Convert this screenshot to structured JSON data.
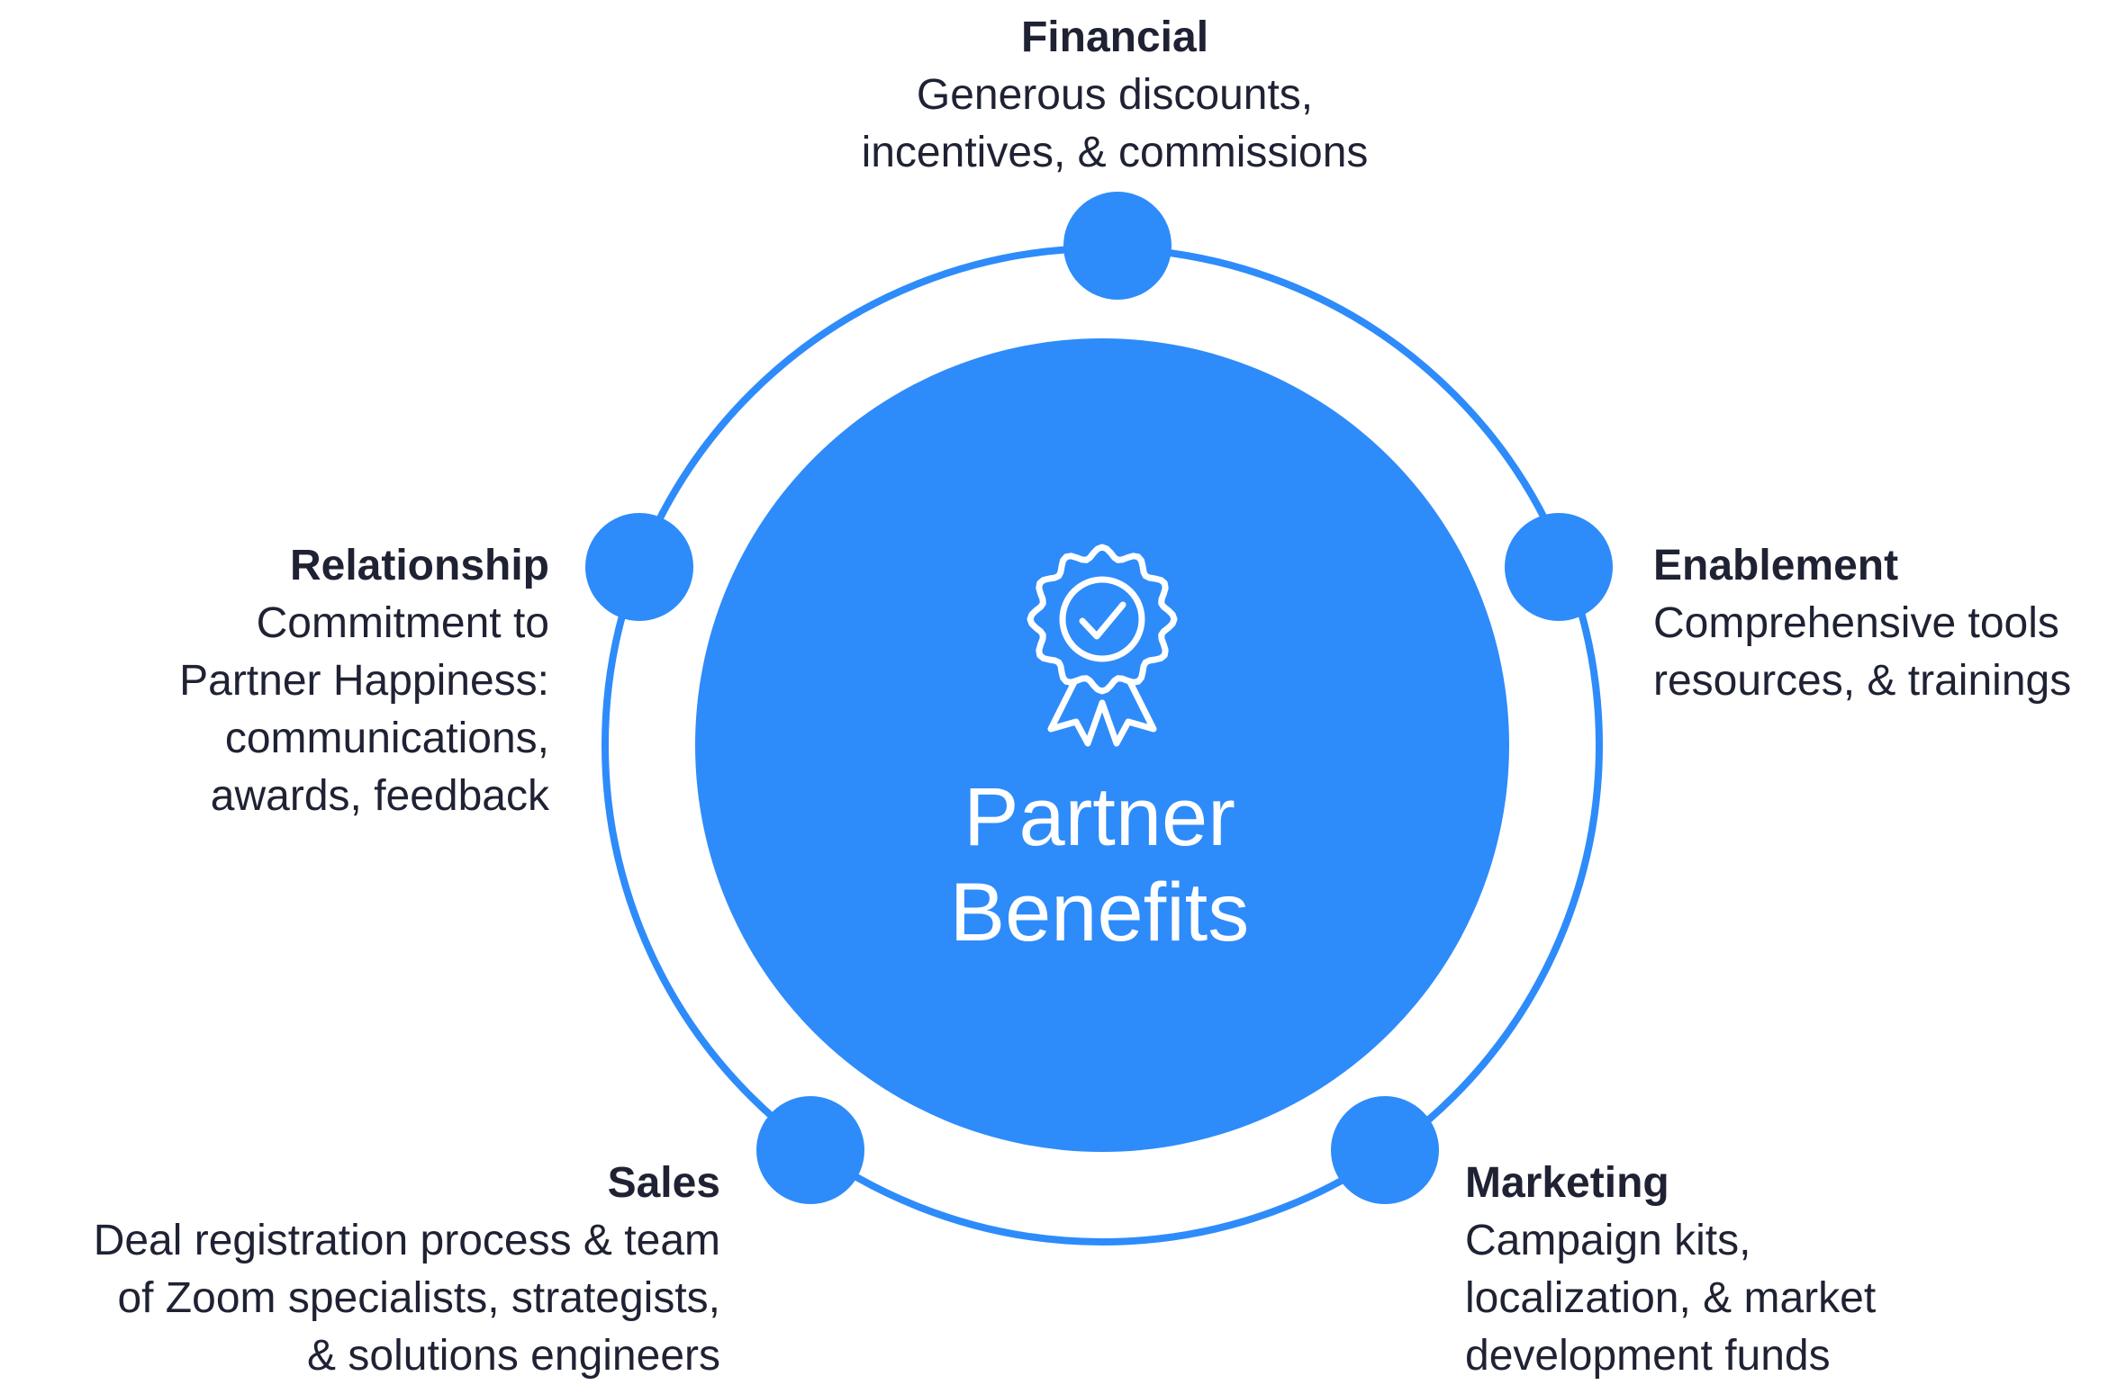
{
  "colors": {
    "accent": "#2e8bfa",
    "text": "#1f2233",
    "icon_stroke": "#ffffff"
  },
  "center": {
    "icon": "award-badge-icon",
    "lines": [
      "Partner",
      "Benefits"
    ]
  },
  "nodes": [
    {
      "key": "financial",
      "title": "Financial",
      "lines": [
        "Generous discounts,",
        "incentives, & commissions"
      ]
    },
    {
      "key": "enablement",
      "title": "Enablement",
      "lines": [
        "Comprehensive tools",
        "resources, & trainings"
      ]
    },
    {
      "key": "relationship",
      "title": "Relationship",
      "lines": [
        "Commitment to",
        "Partner Happiness:",
        "communications,",
        "awards, feedback"
      ]
    },
    {
      "key": "sales",
      "title": "Sales",
      "lines": [
        "Deal registration process & team",
        "of Zoom specialists, strategists,",
        "& solutions engineers"
      ]
    },
    {
      "key": "marketing",
      "title": "Marketing",
      "lines": [
        "Campaign kits,",
        "localization, & market",
        "development funds"
      ]
    }
  ]
}
